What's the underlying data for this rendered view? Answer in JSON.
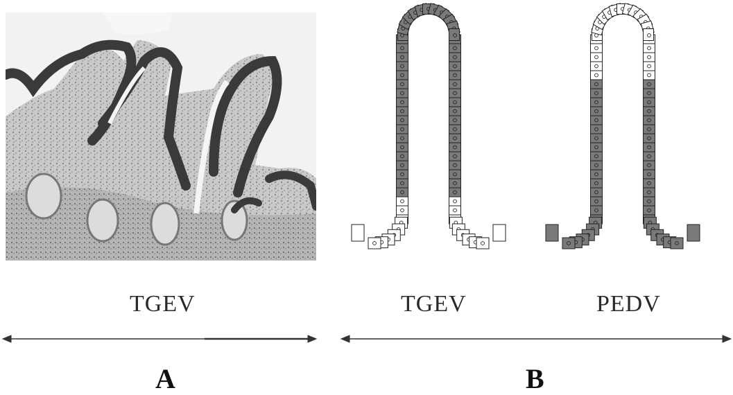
{
  "panels": {
    "a": {
      "caption": "TGEV",
      "letter": "A"
    },
    "b": {
      "caption_left": "TGEV",
      "caption_right": "PEDV",
      "letter": "B"
    }
  },
  "colors": {
    "infected_cell": "#7a7a7a",
    "uninfected_cell": "#ffffff",
    "outline": "#222222"
  }
}
